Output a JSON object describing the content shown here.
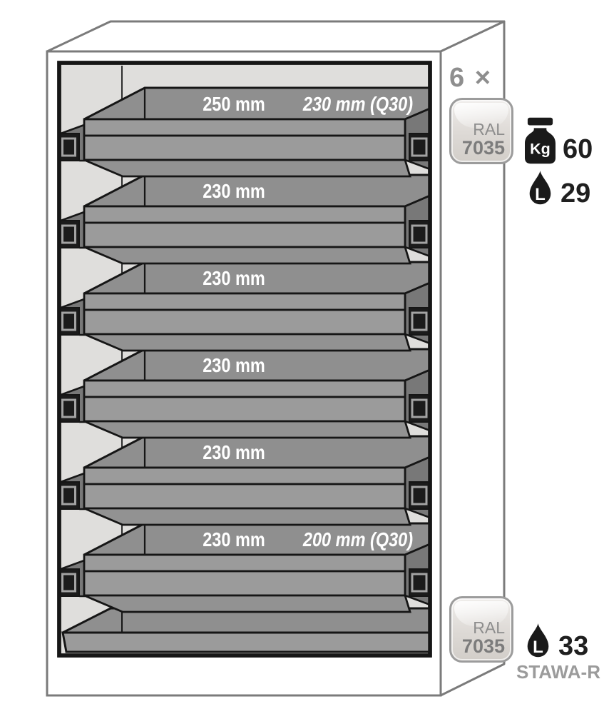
{
  "figure": {
    "count_label": "6 ×",
    "trays": [
      {
        "label": "250 mm",
        "q30_label": "230 mm (Q30)"
      },
      {
        "label": "230 mm",
        "q30_label": ""
      },
      {
        "label": "230 mm",
        "q30_label": ""
      },
      {
        "label": "230 mm",
        "q30_label": ""
      },
      {
        "label": "230 mm",
        "q30_label": ""
      },
      {
        "label": "230 mm",
        "q30_label": "200 mm (Q30)"
      }
    ]
  },
  "badges": {
    "ral_top": {
      "prefix": "RAL",
      "code": "7035"
    },
    "ral_bottom": {
      "prefix": "RAL",
      "code": "7035"
    }
  },
  "specs": {
    "load": {
      "unit": "Kg",
      "value": "60"
    },
    "volume_per_tray": {
      "unit": "L",
      "value": "29"
    },
    "sump_volume": {
      "unit": "L",
      "value": "33"
    },
    "standard": "STAWA-R"
  },
  "colors": {
    "tray_gray": "#9b9b9b",
    "tray_top_gray": "#8f8f8f",
    "tray_rail_gray": "#787878",
    "outline_dark": "#161616",
    "cabinet_outline_gray": "#7b7b7b",
    "interior_gray": "#dfdedc",
    "label_white": "#ffffff",
    "annotation_gray": "#8e8e8e",
    "ral_text_gray": "#7c7c7c",
    "icon_black": "#1a1a1a"
  }
}
